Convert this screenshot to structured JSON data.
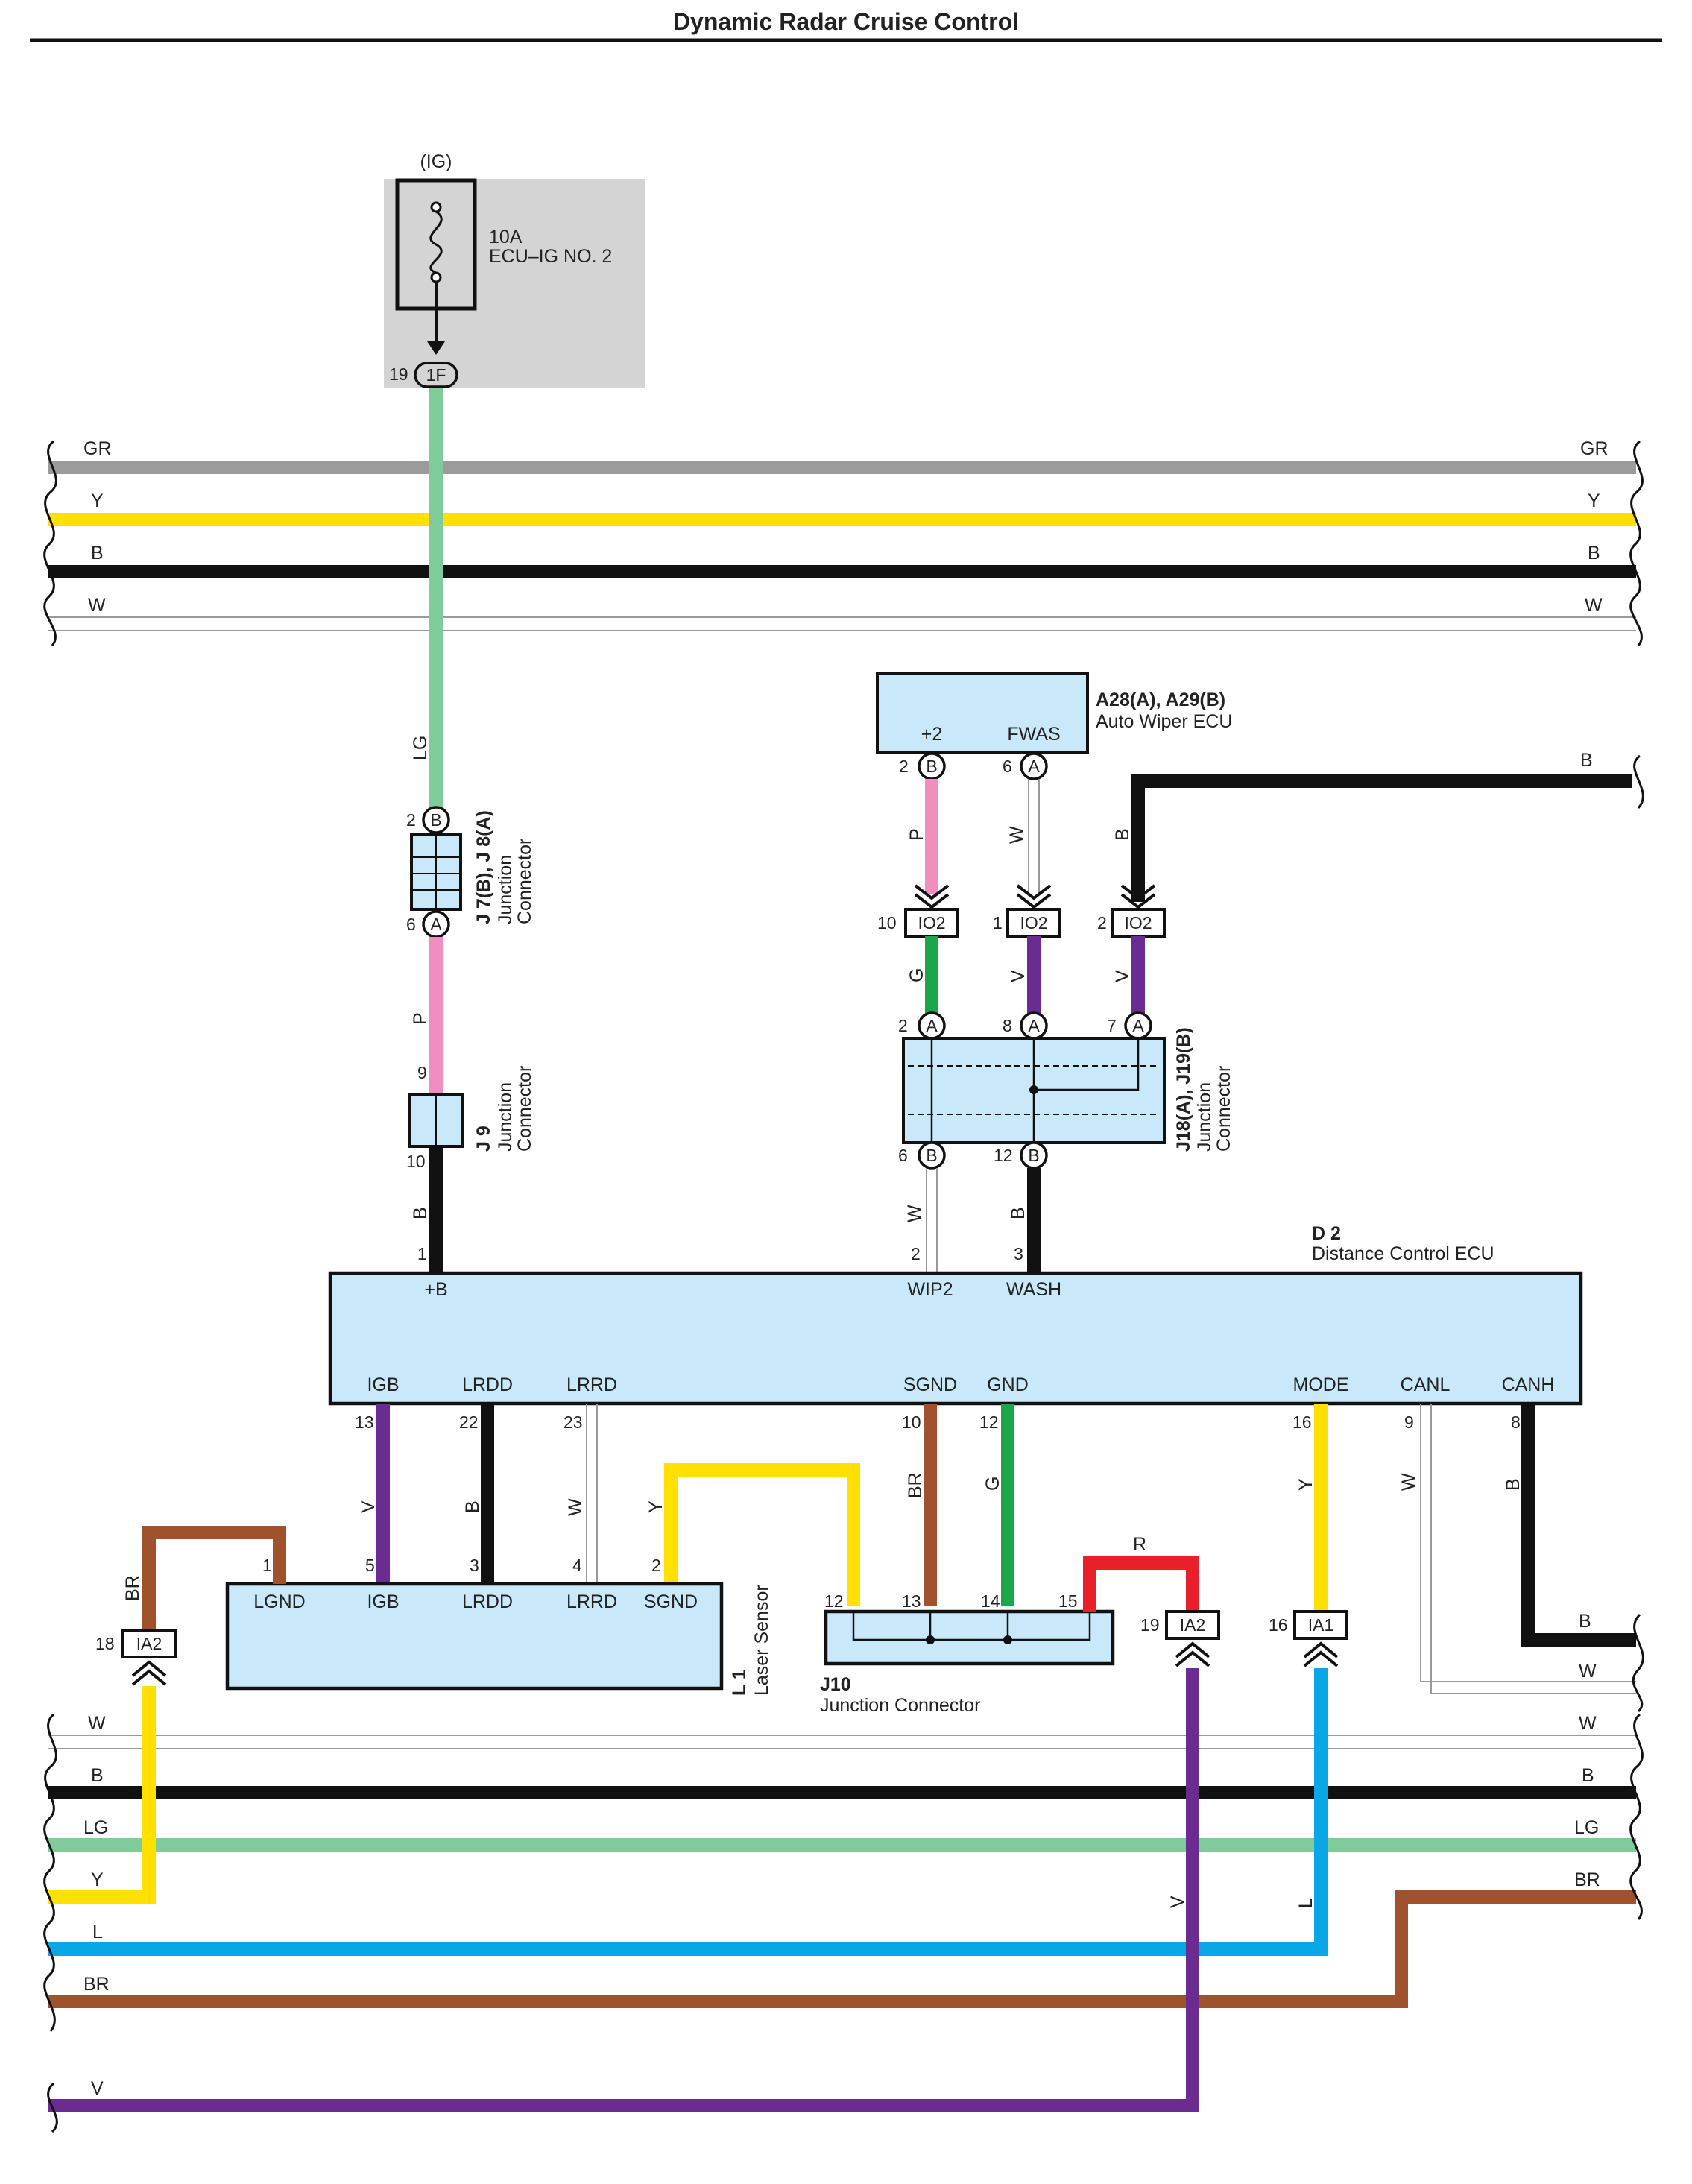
{
  "title": "Dynamic Radar Cruise Control",
  "colors": {
    "GR": "#9b9b9b",
    "Y": "#ffe000",
    "B": "#111111",
    "W": "#ffffff",
    "LG": "#7fcc9a",
    "P": "#f08ec0",
    "G": "#1aa64a",
    "V": "#6b2c91",
    "BR": "#a0522d",
    "L": "#0aa7e8",
    "R": "#e8202a",
    "component_fill": "#c9e9fb",
    "fuse_box_fill": "#d4d4d4"
  },
  "icons": [
    "fuse-icon",
    "connector-arrow-icon",
    "wire-break-icon"
  ],
  "fuse": {
    "circuit": "(IG)",
    "rating": "10A",
    "name": "ECU–IG NO. 2",
    "connector": "1F",
    "pin": "19"
  },
  "bus_top": [
    "GR",
    "Y",
    "B",
    "W"
  ],
  "bus_bottom": [
    "W",
    "B",
    "LG",
    "Y",
    "L",
    "BR",
    "V"
  ],
  "wiper_ecu": {
    "code1": "A28(A), A29(B)",
    "name": "Auto Wiper ECU",
    "terms": [
      "+2",
      "FWAS"
    ],
    "pins": [
      {
        "n": "2",
        "c": "B"
      },
      {
        "n": "6",
        "c": "A"
      }
    ]
  },
  "j7j8": {
    "code": "J 7(B), J 8(A)",
    "line1": "Junction",
    "line2": "Connector",
    "pin_top": {
      "n": "2",
      "c": "B"
    },
    "pin_bot": {
      "n": "6",
      "c": "A"
    }
  },
  "j9": {
    "code": "J 9",
    "line1": "Junction",
    "line2": "Connector",
    "pin_top": "9",
    "pin_bot": "10"
  },
  "io2": [
    {
      "pin": "10",
      "label": "IO2"
    },
    {
      "pin": "1",
      "label": "IO2"
    },
    {
      "pin": "2",
      "label": "IO2"
    }
  ],
  "j18j19": {
    "code": "J18(A), J19(B)",
    "line1": "Junction",
    "line2": "Connector",
    "pins_top": [
      {
        "n": "2",
        "c": "A"
      },
      {
        "n": "8",
        "c": "A"
      },
      {
        "n": "7",
        "c": "A"
      }
    ],
    "pins_bot": [
      {
        "n": "6",
        "c": "B"
      },
      {
        "n": "12",
        "c": "B"
      }
    ]
  },
  "d2": {
    "code": "D 2",
    "name": "Distance Control ECU",
    "top_terms": [
      {
        "pin": "1",
        "label": "+B"
      },
      {
        "pin": "2",
        "label": "WIP2"
      },
      {
        "pin": "3",
        "label": "WASH"
      }
    ],
    "bottom_terms": [
      {
        "pin": "13",
        "label": "IGB"
      },
      {
        "pin": "22",
        "label": "LRDD"
      },
      {
        "pin": "23",
        "label": "LRRD"
      },
      {
        "pin": "10",
        "label": "SGND"
      },
      {
        "pin": "12",
        "label": "GND"
      },
      {
        "pin": "16",
        "label": "MODE"
      },
      {
        "pin": "9",
        "label": "CANL"
      },
      {
        "pin": "8",
        "label": "CANH"
      }
    ]
  },
  "laser": {
    "code": "L 1",
    "name": "Laser Sensor",
    "terms": [
      {
        "pin": "1",
        "label": "LGND"
      },
      {
        "pin": "5",
        "label": "IGB"
      },
      {
        "pin": "3",
        "label": "LRDD"
      },
      {
        "pin": "4",
        "label": "LRRD"
      },
      {
        "pin": "2",
        "label": "SGND"
      }
    ]
  },
  "j10": {
    "code": "J10",
    "name": "Junction Connector",
    "pins": [
      "12",
      "13",
      "14",
      "15"
    ]
  },
  "ia": [
    {
      "pin": "18",
      "label": "IA2"
    },
    {
      "pin": "19",
      "label": "IA2"
    },
    {
      "pin": "16",
      "label": "IA1"
    }
  ]
}
